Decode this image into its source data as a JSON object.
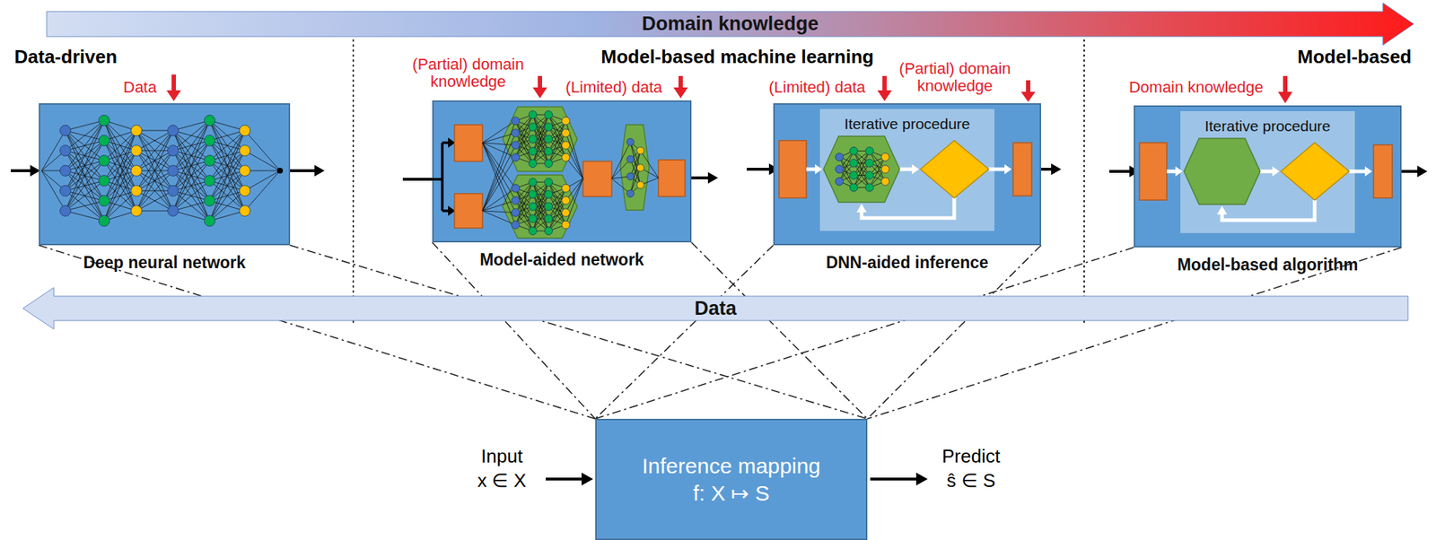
{
  "diagram": {
    "nodes": [
      {
        "text": [
          "Domain knowledge"
        ]
      },
      {
        "text": [
          "Deep neural network"
        ]
      },
      {
        "text": [
          "Model-aided network"
        ]
      },
      {
        "text": [
          "DNN-aided inference"
        ]
      },
      {
        "text": [
          "Iterative procedure"
        ],
        "in": 3
      },
      {
        "text": [
          "Model-based algorithm"
        ]
      },
      {
        "text": [
          "Iterative procedure"
        ],
        "in": 5
      },
      {
        "text": [
          "Data"
        ]
      },
      {
        "text": [
          "Inference mapping f: X ↦ S"
        ]
      }
    ],
    "edges": [
      {
        "from": 1,
        "to": 8,
        "arrow": "none"
      },
      {
        "from": 1,
        "to": 8,
        "arrow": "none"
      },
      {
        "from": 2,
        "to": 8,
        "arrow": "none"
      },
      {
        "from": 2,
        "to": 8,
        "arrow": "none"
      },
      {
        "from": 3,
        "to": 8,
        "arrow": "none"
      },
      {
        "from": 3,
        "to": 8,
        "arrow": "none"
      },
      {
        "from": 5,
        "to": 8,
        "arrow": "none"
      },
      {
        "from": 5,
        "to": 8,
        "arrow": "none"
      }
    ],
    "labels": [
      "Data-driven",
      "Model-based machine learning",
      "Model-based",
      "Data",
      "(Partial) domain knowledge",
      "(Limited) data",
      "(Limited) data",
      "(Partial) domain knowledge",
      "Domain knowledge",
      "Input x ∈ X",
      "Predict ŝ ∈ S"
    ]
  }
}
